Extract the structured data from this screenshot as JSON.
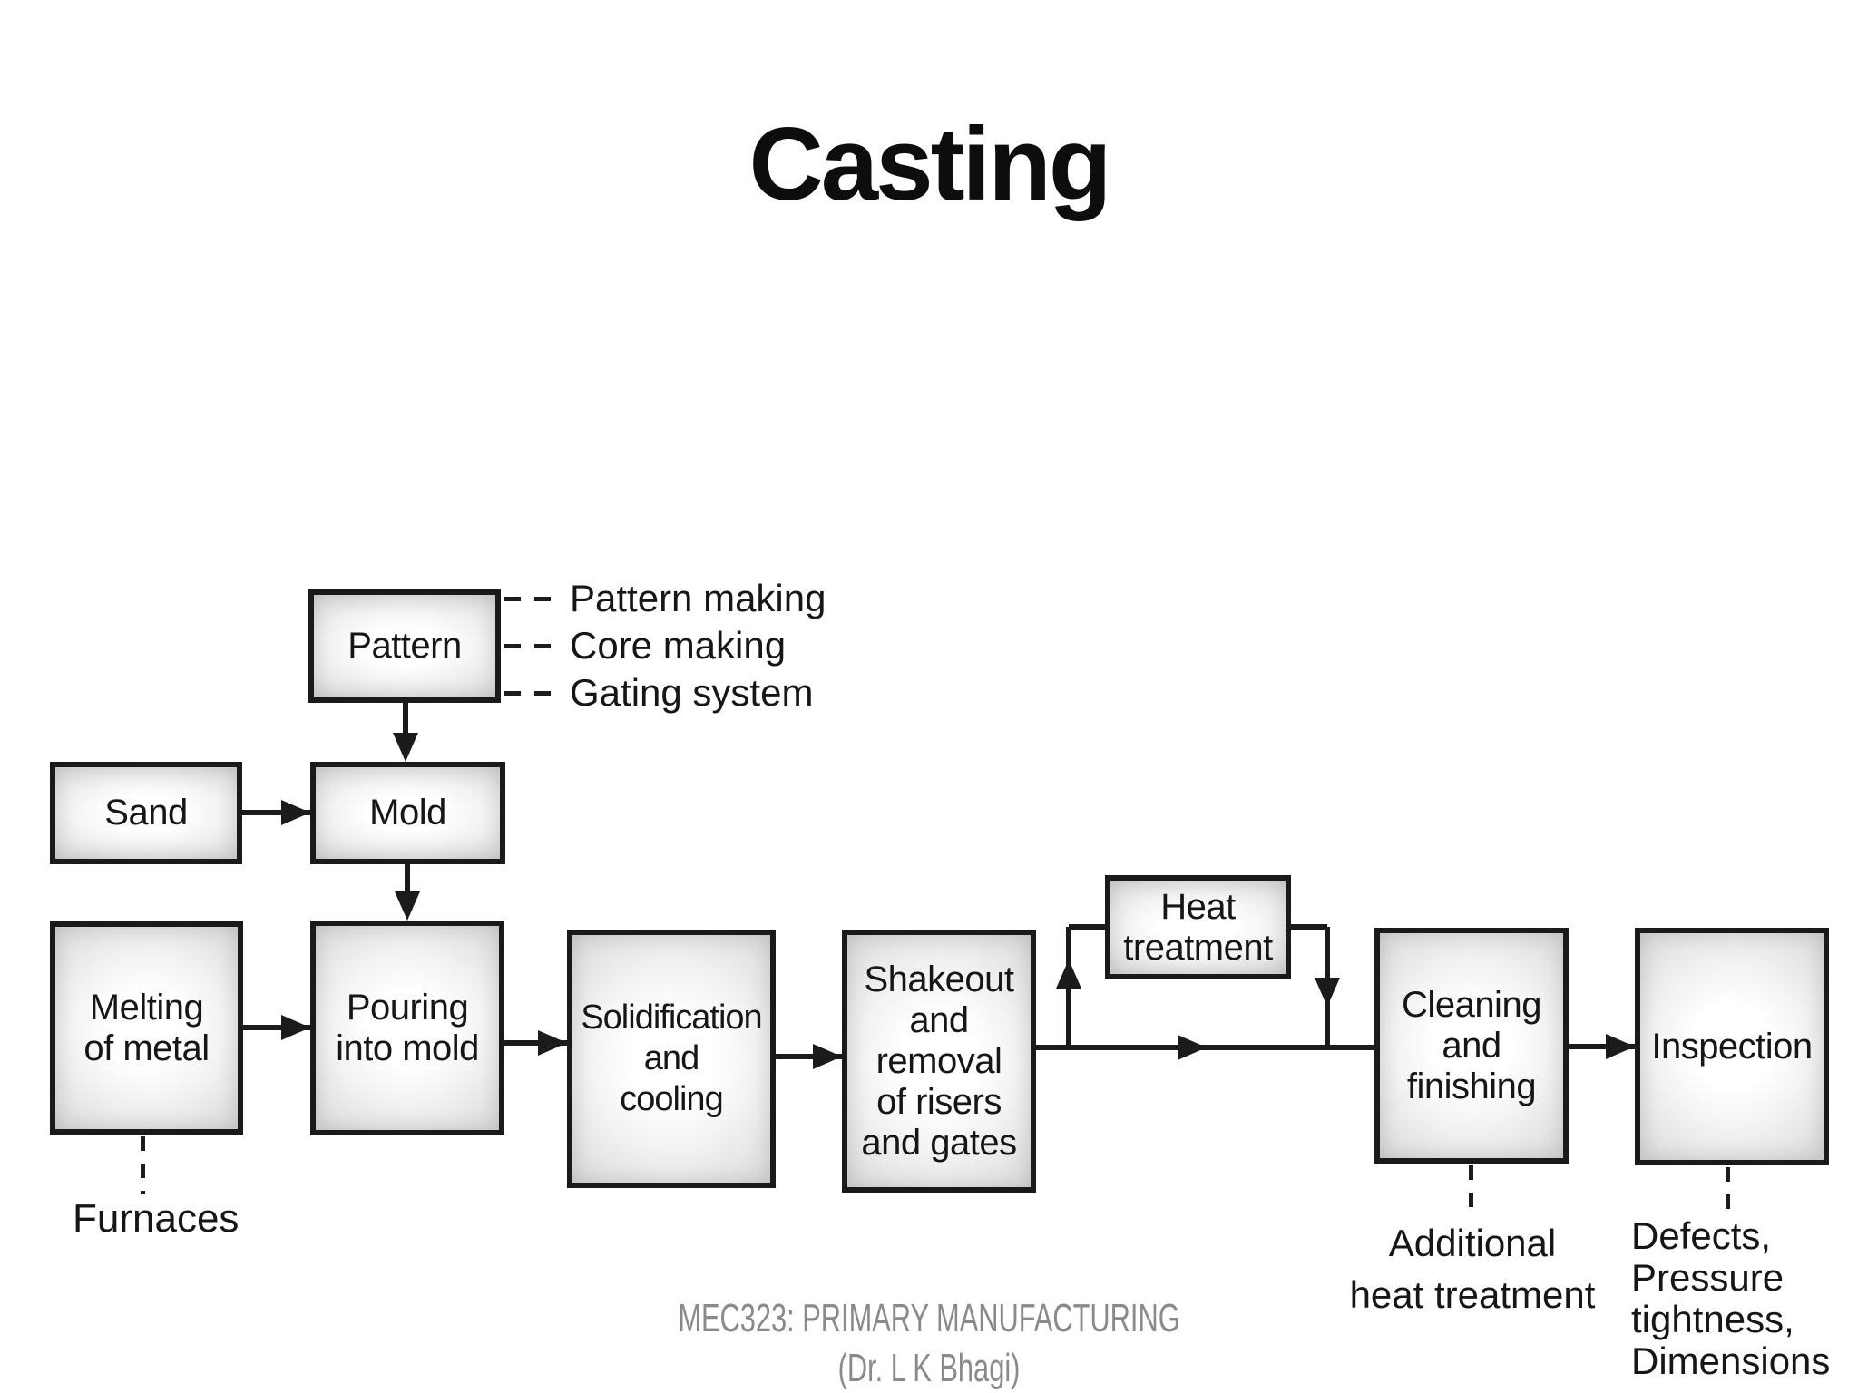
{
  "slide": {
    "title": "Casting",
    "footer": [
      "MEC323: PRIMARY MANUFACTURING",
      "(Dr. L K Bhagi)"
    ]
  },
  "diagram": {
    "boxes": {
      "pattern": {
        "lines": [
          "Pattern"
        ]
      },
      "sand": {
        "lines": [
          "Sand"
        ]
      },
      "mold": {
        "lines": [
          "Mold"
        ]
      },
      "melting": {
        "lines": [
          "Melting",
          "of metal"
        ]
      },
      "pouring": {
        "lines": [
          "Pouring",
          "into mold"
        ]
      },
      "solidification": {
        "lines": [
          "Solidification",
          "and",
          "cooling"
        ]
      },
      "shakeout": {
        "lines": [
          "Shakeout",
          "and",
          "removal",
          "of risers",
          "and gates"
        ]
      },
      "heat_treatment": {
        "lines": [
          "Heat",
          "treatment"
        ]
      },
      "cleaning": {
        "lines": [
          "Cleaning",
          "and",
          "finishing"
        ]
      },
      "inspection": {
        "lines": [
          "Inspection"
        ]
      }
    },
    "pattern_notes": [
      "Pattern making",
      "Core making",
      "Gating system"
    ],
    "furnaces_note": "Furnaces",
    "additional_note": [
      "Additional",
      "heat treatment"
    ],
    "inspection_note": [
      "Defects,",
      "Pressure",
      "tightness,",
      "Dimensions"
    ]
  },
  "colors": {
    "background": "#ffffff",
    "line": "#1b1b1b",
    "box_border": "#1a1a1a",
    "box_fill": "#e9e9e9",
    "text": "#1c1c1c",
    "footer_text": "#8a8a8a"
  }
}
